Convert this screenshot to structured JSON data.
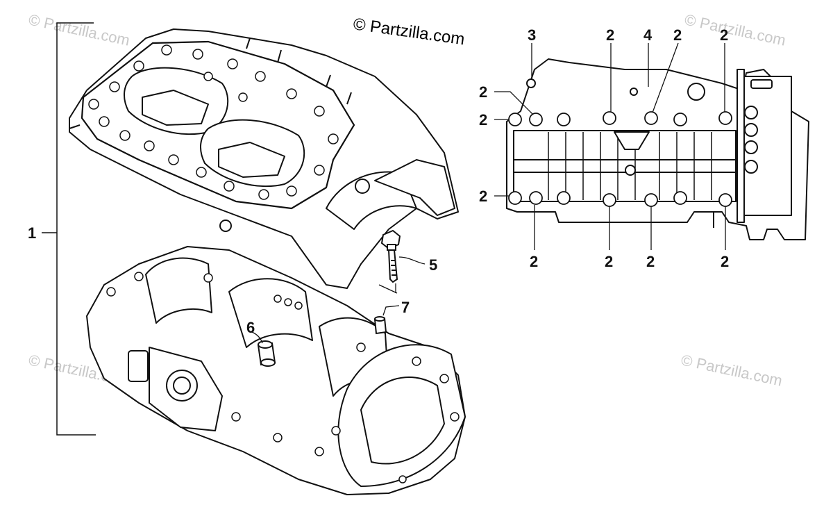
{
  "credit": "© Partzilla.com",
  "watermark": "© Partzilla.com",
  "colors": {
    "line": "#111111",
    "watermark": "#c8c8c8",
    "background": "#ffffff"
  },
  "callouts": {
    "part_1": "1",
    "part_5": "5",
    "part_6": "6",
    "part_7": "7",
    "top_3": "3",
    "top_2a": "2",
    "top_4": "4",
    "top_2b": "2",
    "top_2c": "2",
    "left_2a": "2",
    "left_2b": "2",
    "left_2c": "2",
    "bottom_2a": "2",
    "bottom_2b": "2",
    "bottom_2c": "2",
    "bottom_2d": "2"
  }
}
